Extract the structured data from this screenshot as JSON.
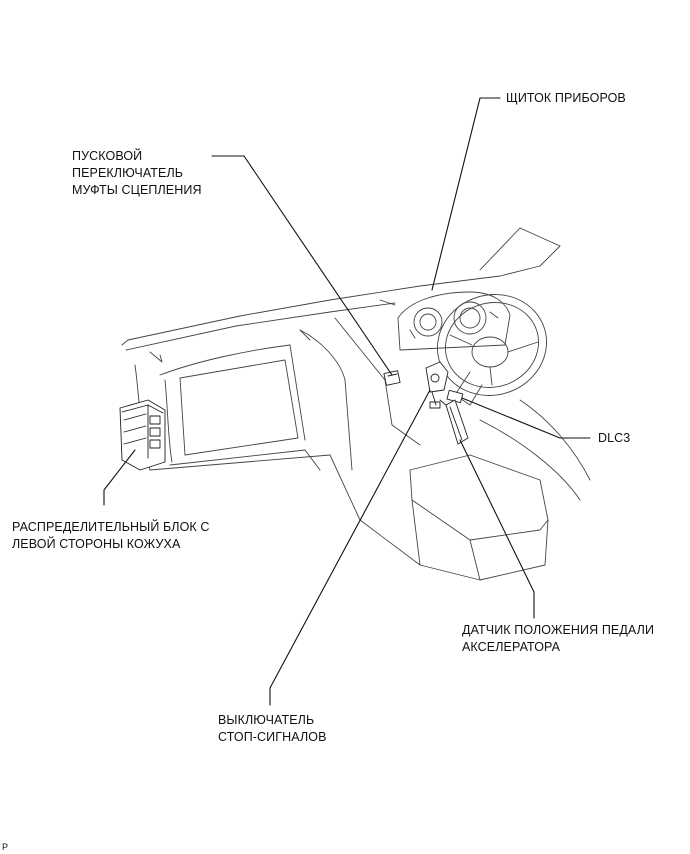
{
  "labels": {
    "instrument_panel": "ЩИТОК ПРИБОРОВ",
    "clutch_switch": [
      "ПУСКОВОЙ",
      "ПЕРЕКЛЮЧАТЕЛЬ",
      "МУФТЫ СЦЕПЛЕНИЯ"
    ],
    "dlc3": "DLC3",
    "junction_block": [
      "РАСПРЕДЕЛИТЕЛЬНЫЙ БЛОК С",
      "ЛЕВОЙ СТОРОНЫ КОЖУХА"
    ],
    "pedal_sensor": [
      "ДАТЧИК ПОЛОЖЕНИЯ ПЕДАЛИ",
      "АКСЕЛЕРАТОРА"
    ],
    "stop_switch": [
      "ВЫКЛЮЧАТЕЛЬ",
      "СТОП-СИГНАЛОВ"
    ]
  },
  "corner_mark": "P",
  "colors": {
    "line": "#222222",
    "text": "#111111",
    "background": "#ffffff"
  }
}
